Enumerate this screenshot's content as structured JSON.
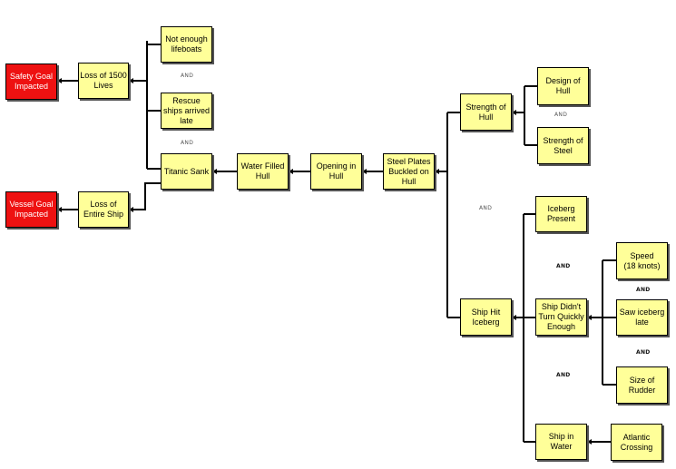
{
  "nodes": {
    "safety_goal": "Safety Goal\nImpacted",
    "vessel_goal": "Vessel Goal\nImpacted",
    "loss_lives": "Loss of 1500\nLives",
    "loss_ship": "Loss of\nEntire Ship",
    "not_enough_lifeboats": "Not enough\nlifeboats",
    "rescue_late": "Rescue\nships arrived\nlate",
    "titanic_sank": "Titanic Sank",
    "water_filled": "Water Filled\nHull",
    "opening_hull": "Opening in\nHull",
    "steel_plates": "Steel Plates\nBuckled on\nHull",
    "strength_hull": "Strength of\nHull",
    "design_hull": "Design of\nHull",
    "strength_steel": "Strength of\nSteel",
    "ship_hit_iceberg": "Ship Hit\nIceberg",
    "iceberg_present": "Iceberg\nPresent",
    "didnt_turn": "Ship Didn't\nTurn Quickly\nEnough",
    "ship_in_water": "Ship in Water",
    "speed": "Speed\n(18 knots)",
    "saw_iceberg_late": "Saw iceberg\nlate",
    "size_rudder": "Size of\nRudder",
    "atlantic_crossing": "Atlantic\nCrossing"
  },
  "gates": {
    "and_1": "AND",
    "and_2": "AND",
    "and_3": "AND",
    "and_4": "AND",
    "and_5": "AND",
    "and_6": "AND",
    "and_7": "AND",
    "and_8": "AND"
  },
  "colors": {
    "cause_fill": "#ffff99",
    "goal_fill": "#ee1111",
    "line": "#000000"
  }
}
